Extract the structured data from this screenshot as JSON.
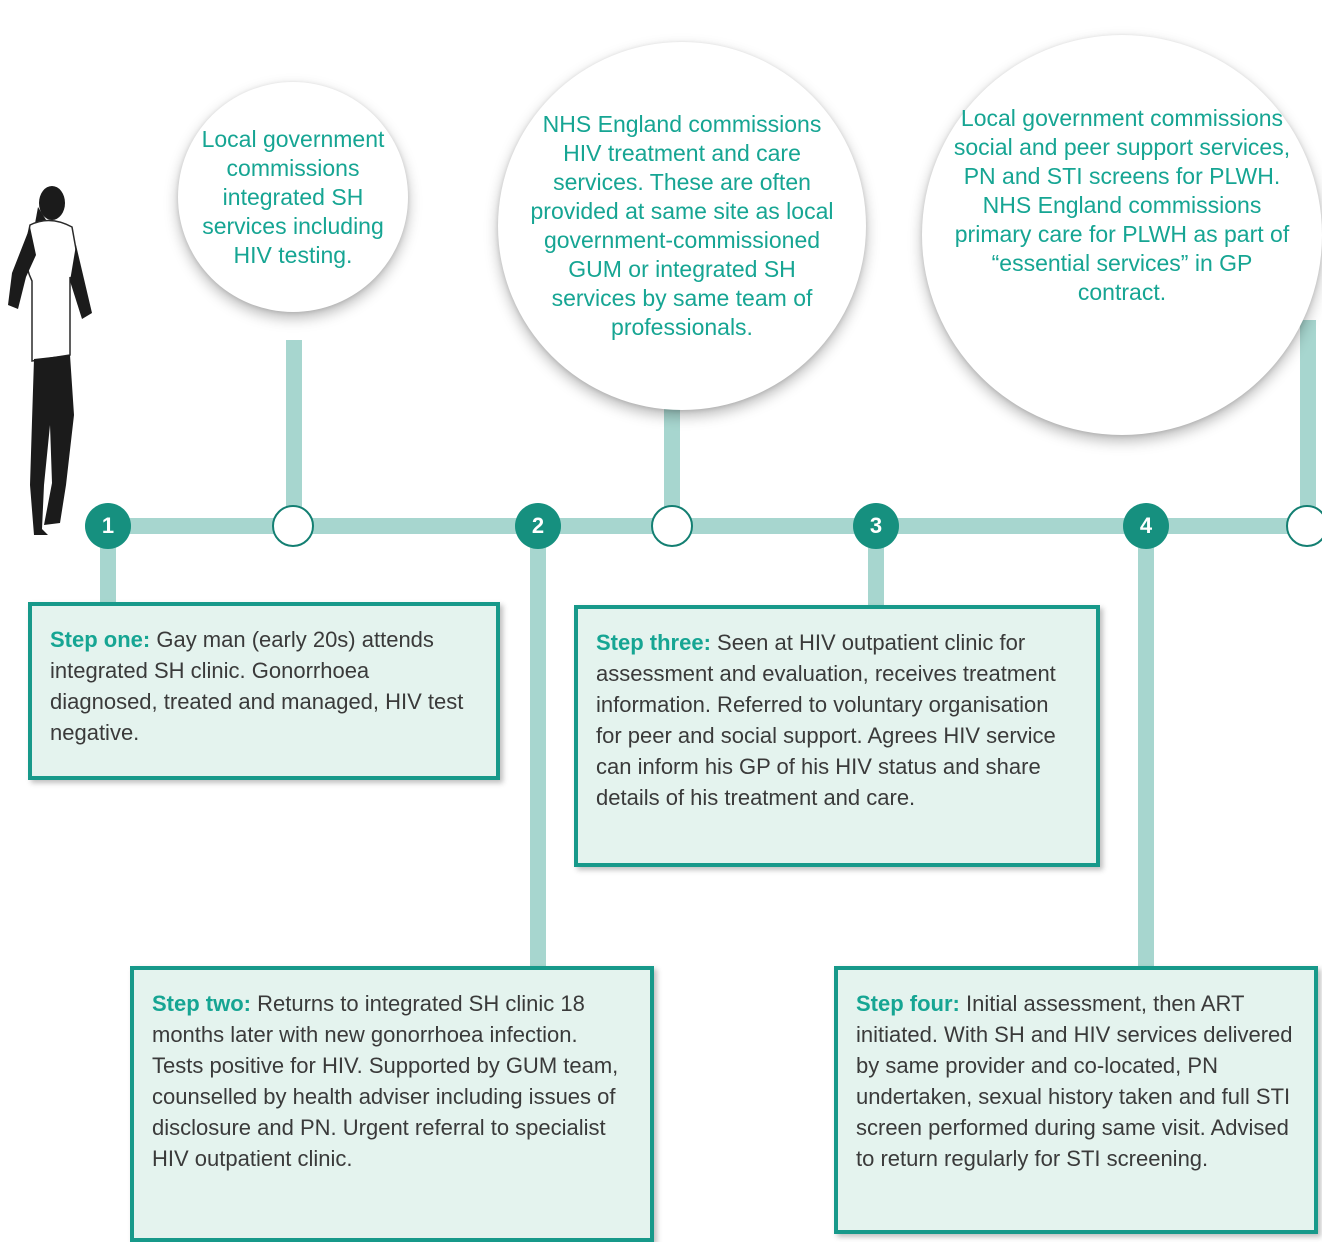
{
  "bubbles": [
    {
      "text": "Local government commissions integrated SH services including HIV testing."
    },
    {
      "text": "NHS England commissions HIV treatment and care services. These are often provided at same site as local government-commissioned GUM or integrated SH services by same team of professionals."
    },
    {
      "text": "Local government commissions social and peer support services, PN and STI screens for PLWH. NHS England commissions primary care for PLWH as part of “essential services” in GP contract."
    }
  ],
  "step_numbers": [
    "1",
    "2",
    "3",
    "4"
  ],
  "steps": [
    {
      "label": "Step one:",
      "text": " Gay man (early 20s) attends integrated SH clinic. Gonorrhoea diagnosed, treated and managed, HIV test negative."
    },
    {
      "label": "Step two:",
      "text": " Returns to integrated SH clinic 18 months later with new gonorrhoea infection. Tests positive for HIV. Supported by GUM team, counselled by health adviser including issues of disclosure and PN. Urgent referral to specialist HIV outpatient clinic."
    },
    {
      "label": "Step three:",
      "text": " Seen at HIV outpatient clinic for assessment and evaluation, receives treatment information. Referred to voluntary organisation for peer and social support. Agrees HIV service can inform his GP of his HIV status and share details of his treatment and care."
    },
    {
      "label": "Step four:",
      "text": " Initial assessment, then ART initiated. With SH and HIV services delivered by same provider and co-located, PN undertaken, sexual history taken and full STI screen performed during same visit. Advised to return regularly for STI screening."
    }
  ],
  "colors": {
    "accent": "#16a593",
    "line": "#a7d6cf",
    "box_bg": "#e4f3ee",
    "number_bg": "#16907f"
  }
}
